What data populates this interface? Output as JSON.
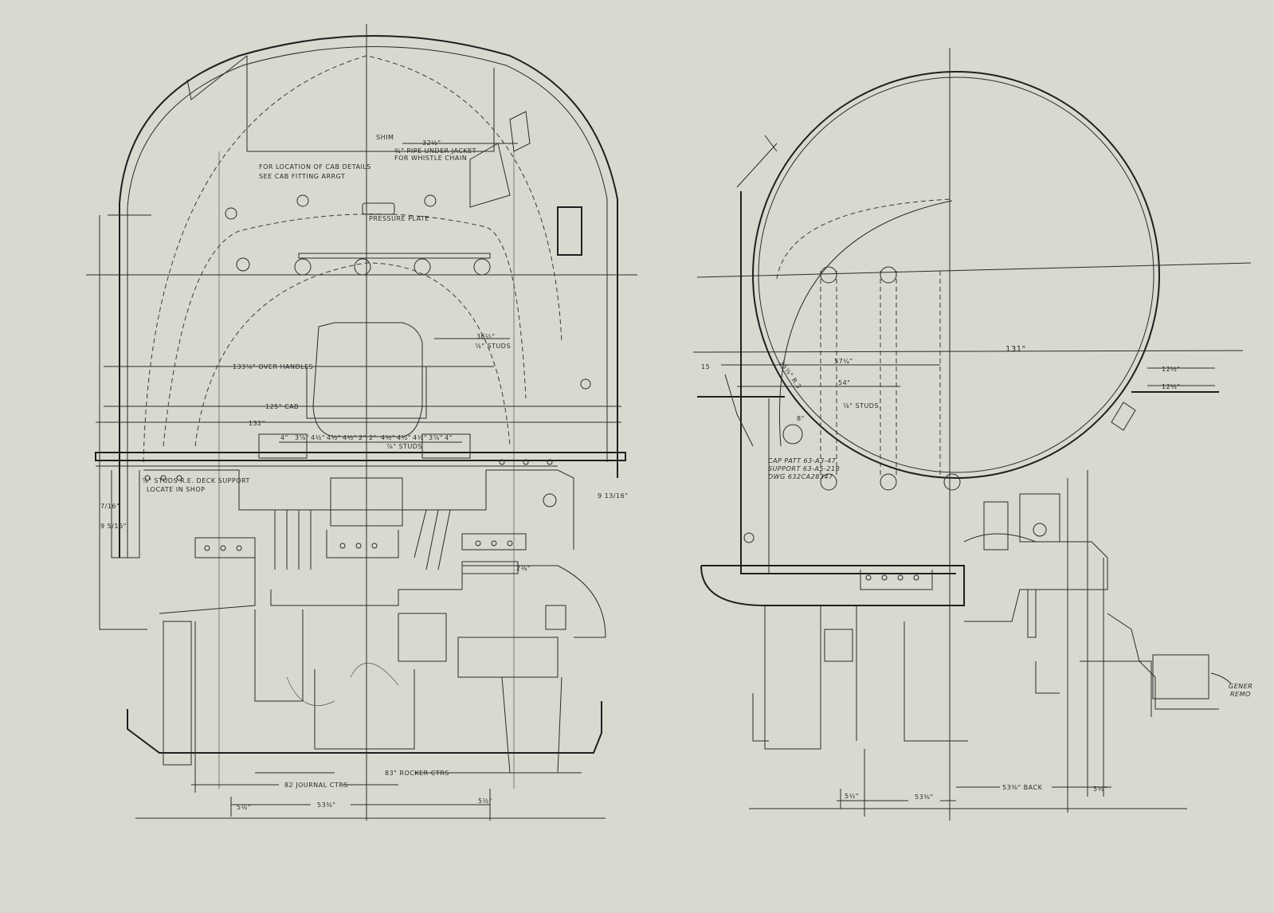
{
  "colors": {
    "paper": "#d8dad0",
    "ink": "#2b2b2b"
  },
  "front_view": {
    "shim": "SHIM",
    "dim_32_5": "32½\"",
    "pipe_note_1": "¾\" PIPE UNDER JACKET",
    "pipe_note_2": "FOR WHISTLE CHAIN",
    "cab_note_1": "FOR LOCATION OF CAB DETAILS",
    "cab_note_2": "SEE CAB FITTING ARRGT",
    "pressure_plate": "PRESSURE PLATE",
    "dim_36_5": "36½\"",
    "studs_1": "⅞\" STUDS",
    "over_handles": "133⅛\" OVER HANDLES",
    "cab_width": "125\" CAB",
    "dim_132": "132\"",
    "spacing_dims": [
      "4\"",
      "3⅞\"",
      "4½\"",
      "4½\"",
      "4½\"",
      "2\"",
      "2\"",
      "4½\"",
      "4½\"",
      "4½\"",
      "3⅞\"",
      "4\""
    ],
    "studs_2": "⅞\" STUDS",
    "deck_note_1": "⅞\" STUDS R.E. DECK SUPPORT",
    "deck_note_2": "LOCATE IN SHOP",
    "dim_7_16": "7/16\"",
    "dim_9_5_16": "9 5/16\"",
    "dim_9_13_16": "9 13/16\"",
    "dim_2_1_8": "2⅛\"",
    "rocker": "83\" ROCKER CTRS",
    "journal": "82 JOURNAL CTRS",
    "dim_5_5_left": "5½\"",
    "dim_53_left": "53⅜\"",
    "dim_5_5_right": "5½\""
  },
  "rear_view": {
    "dim_15": "15",
    "dim_131": "131\"",
    "dim_57": "57¼\"",
    "dim_54": "54\"",
    "radius": "35⅞\" R.3",
    "studs": "⅞\" STUDS",
    "dim_8": "8\"",
    "dim_12_a": "12½\"",
    "dim_12_b": "12½\"",
    "cap_note_1": "CAP PATT 63-A3-47",
    "cap_note_2": "SUPPORT 63-A5-218",
    "cap_note_3": "DWG 632CA28347",
    "back": "53⅜\" BACK",
    "dim_5_5_a": "5½\"",
    "dim_5_5_b": "5½\"",
    "dim_53": "53⅜\"",
    "gen_note_1": "GENER",
    "gen_note_2": "REMO"
  }
}
